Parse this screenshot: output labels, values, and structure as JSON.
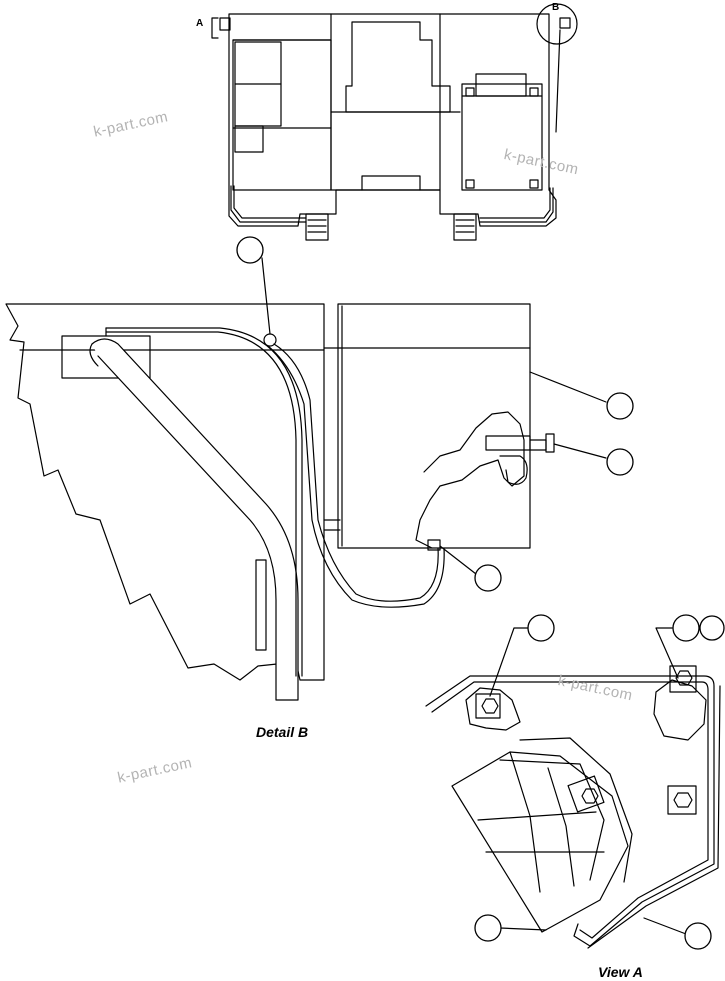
{
  "captions": {
    "detail_b": "Detail B",
    "view_a": "View A"
  },
  "markers": {
    "view_a_marker": "A",
    "detail_b_marker": "B"
  },
  "watermarks": [
    "k-part.com",
    "k-part.com",
    "k-part.com",
    "k-part.com"
  ],
  "callout_circles": 9,
  "colors": {
    "line": "#000000",
    "background": "#ffffff",
    "watermark": "#b3b3b3"
  }
}
